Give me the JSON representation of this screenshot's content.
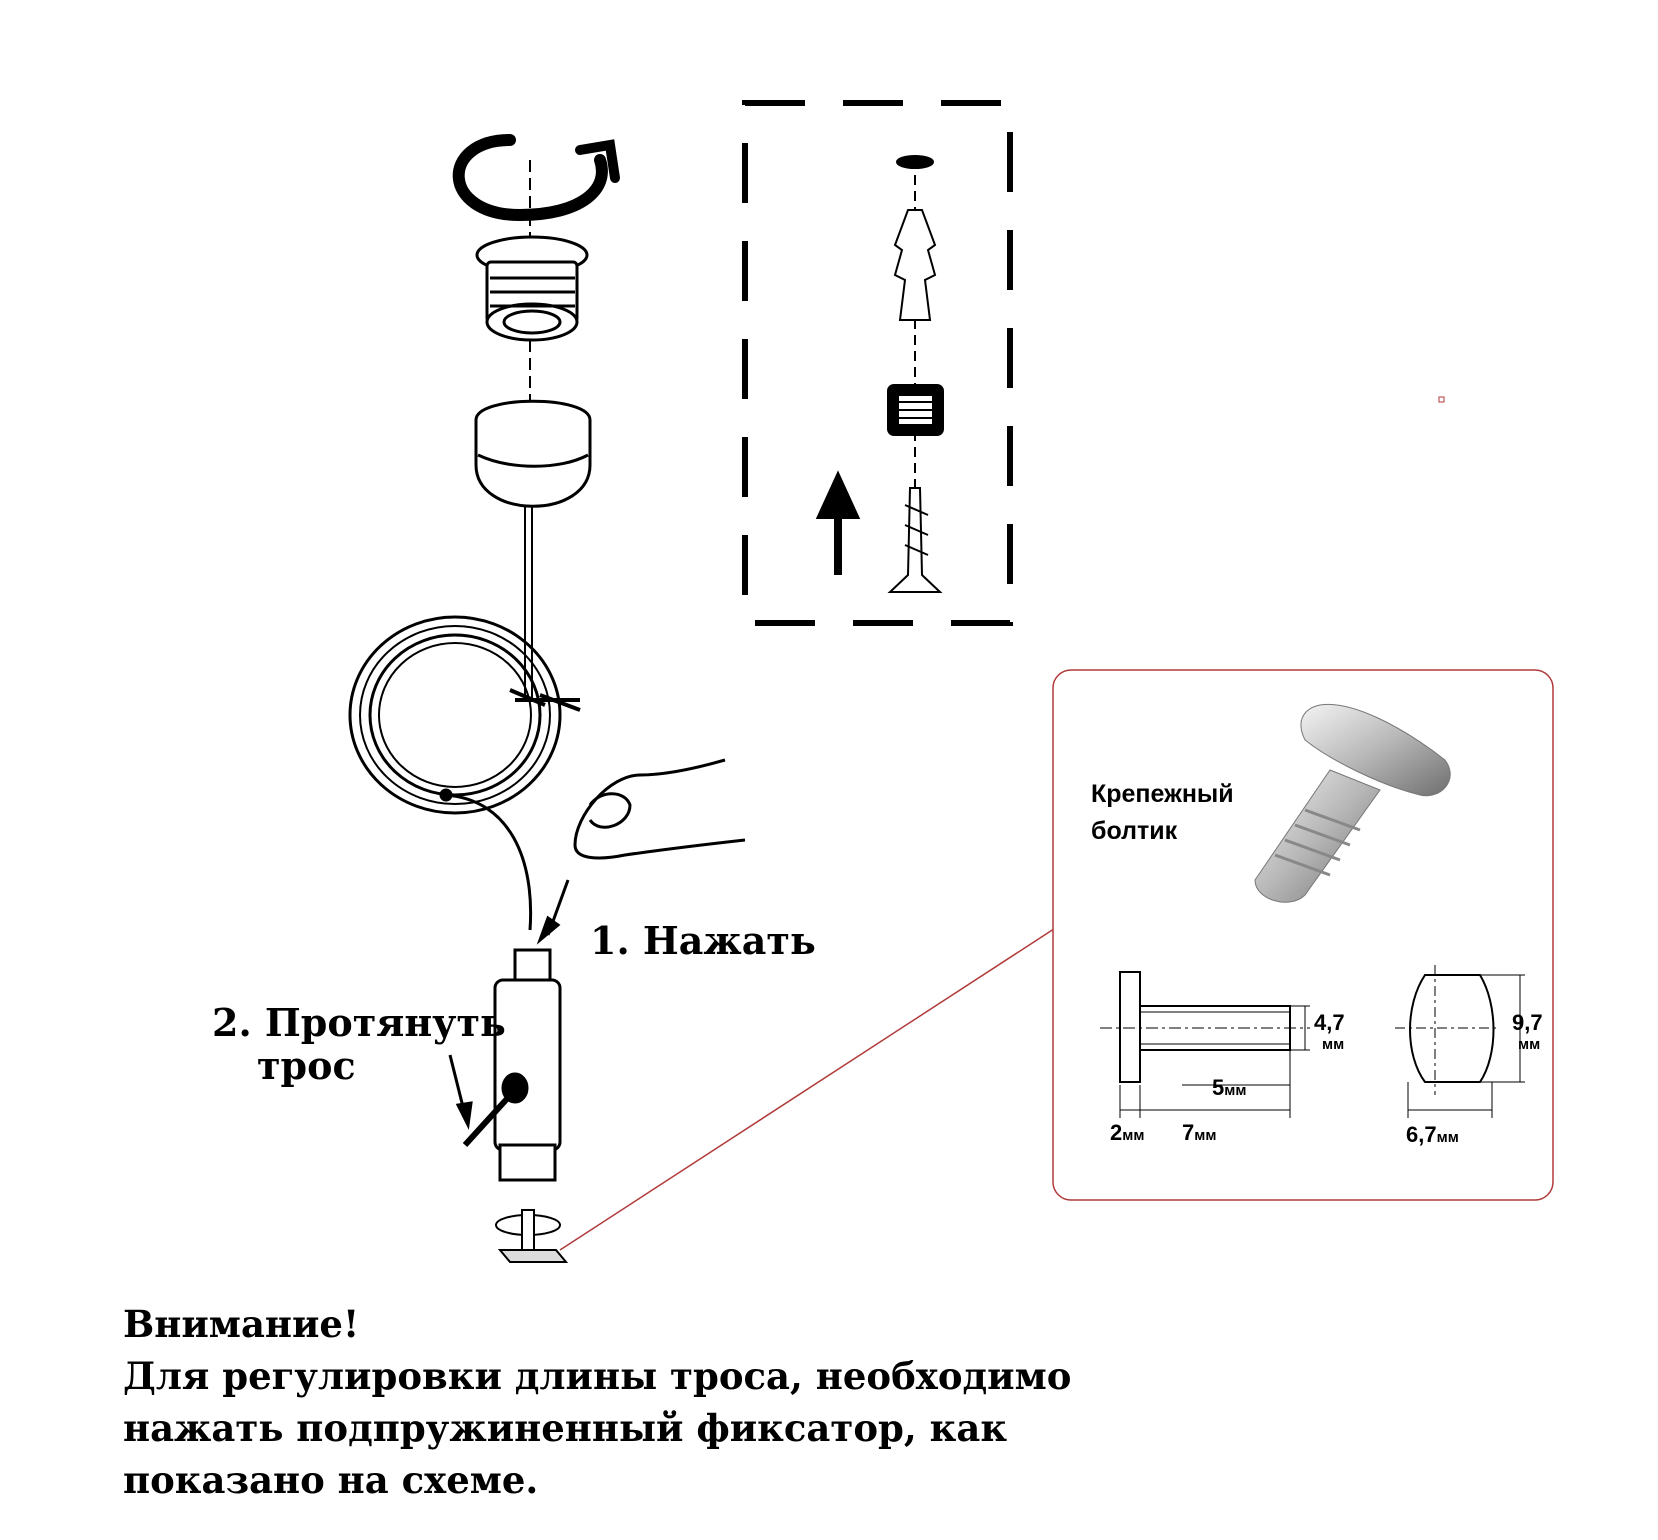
{
  "labels": {
    "step1": "1. Нажать",
    "step2_line1": "2. Протянуть",
    "step2_line2": "трос"
  },
  "bolt_panel": {
    "title_line1": "Крепежный",
    "title_line2": "болтик",
    "dimensions": {
      "thread_diameter": "4,7",
      "thread_diameter_unit": "мм",
      "thread_length": "5",
      "thread_length_unit": "мм",
      "head_thickness": "2",
      "head_thickness_unit": "мм",
      "total_length": "7",
      "total_length_unit": "мм",
      "head_length": "9,7",
      "head_length_unit": "мм",
      "head_width": "6,7",
      "head_width_unit": "мм"
    }
  },
  "note": {
    "line1": "Внимание!",
    "line2": "Для регулировки длины троса, необходимо",
    "line3": "нажать подпружиненный фиксатор, как",
    "line4": "показано на схеме."
  },
  "colors": {
    "line": "#000000",
    "panel_border": "#b03a3a",
    "leader_line": "#b03a3a"
  }
}
